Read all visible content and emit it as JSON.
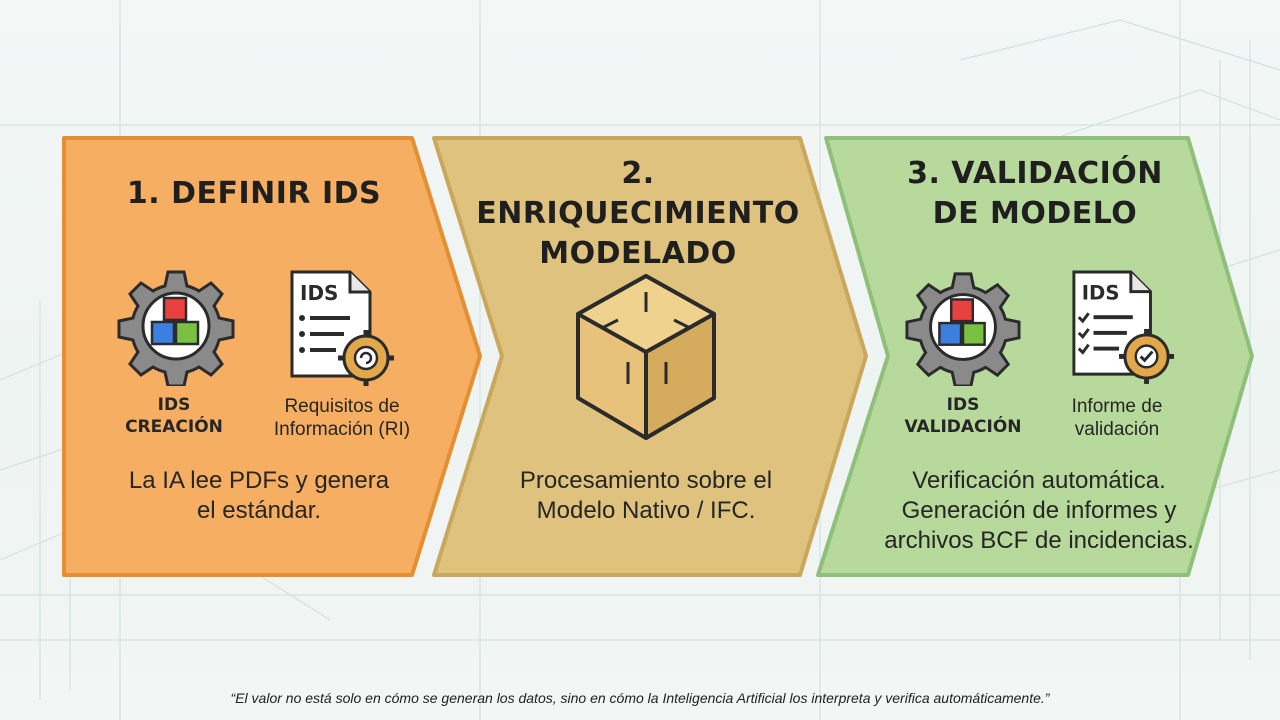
{
  "stages": [
    {
      "title_lines": [
        "1. DEFINIR IDS"
      ],
      "icon_left": {
        "name": "gear-blocks-icon",
        "caption_lines": [
          "IDS",
          "CREACIÓN"
        ]
      },
      "icon_right": {
        "name": "ids-document-gear-icon",
        "doc_label": "IDS",
        "caption_lines": [
          "Requisitos de",
          "Información (RI)"
        ]
      },
      "description_lines": [
        "La IA lee PDFs y genera",
        "el estándar."
      ],
      "fill": "#f6ae62",
      "stroke": "#e58f33"
    },
    {
      "title_lines": [
        "2. ENRIQUECIMIENTO",
        "MODELADO"
      ],
      "icon_center": {
        "name": "cube-wireframe-icon"
      },
      "description_lines": [
        "Procesamiento sobre el",
        "Modelo Nativo / IFC."
      ],
      "fill": "#dfc27d",
      "stroke": "#c9a85b"
    },
    {
      "title_lines": [
        "3. VALIDACIÓN",
        "DE MODELO"
      ],
      "icon_left": {
        "name": "gear-blocks-icon",
        "caption_lines": [
          "IDS",
          "VALIDACIÓN"
        ]
      },
      "icon_right": {
        "name": "ids-document-check-icon",
        "doc_label": "IDS",
        "caption_lines": [
          "Informe de",
          "validación"
        ]
      },
      "description_lines": [
        "Verificación automática.",
        "Generación de informes y",
        "archivos BCF de incidencias."
      ],
      "fill": "#b7d99b",
      "stroke": "#8fc07a"
    }
  ],
  "footer": "“El valor no está solo en cómo se generan los datos, sino en cómo la Inteligencia Artificial los interpreta y verifica automáticamente.”"
}
